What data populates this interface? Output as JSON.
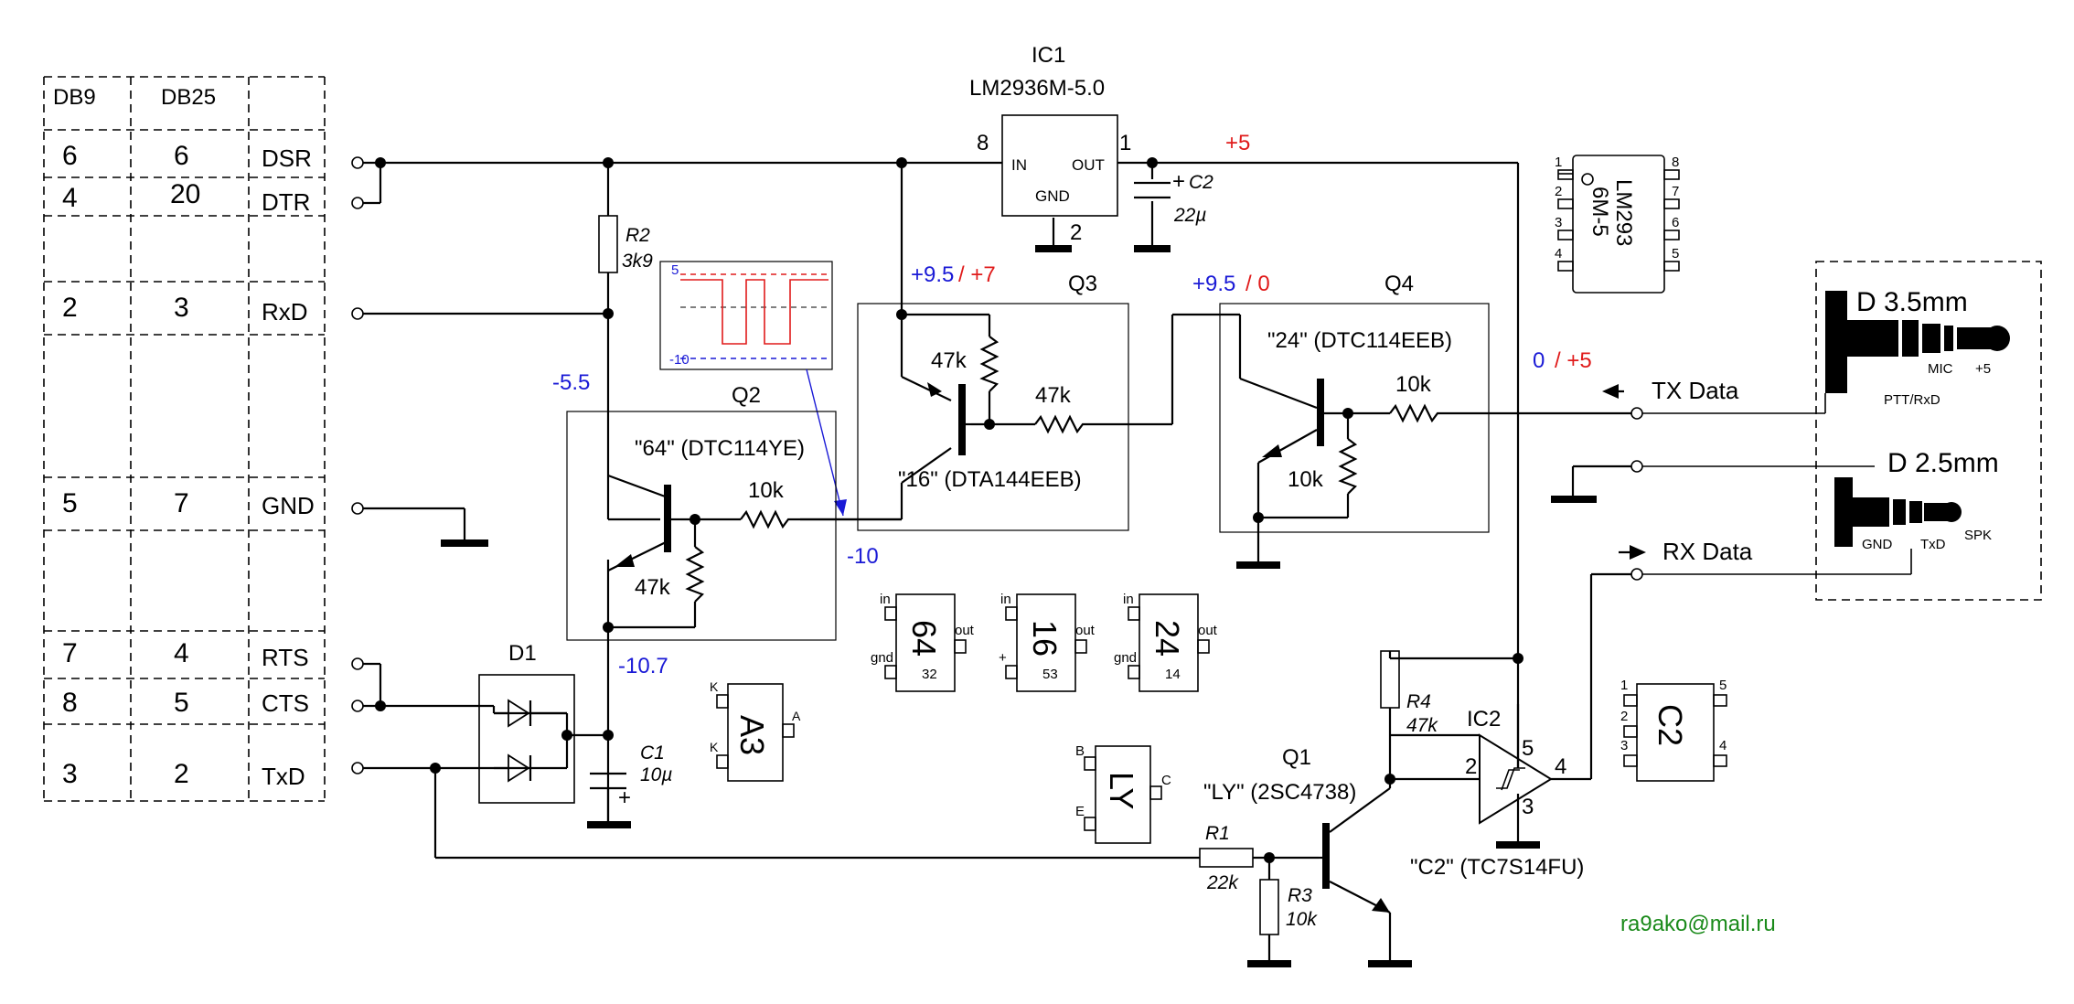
{
  "connector_table": {
    "headers": [
      "DB9",
      "DB25",
      ""
    ],
    "rows": [
      {
        "db9": "6",
        "db25": "6",
        "signal": "DSR"
      },
      {
        "db9": "4",
        "db25": "20",
        "signal": "DTR"
      },
      {
        "db9": "2",
        "db25": "3",
        "signal": "RxD"
      },
      {
        "db9": "5",
        "db25": "7",
        "signal": "GND"
      },
      {
        "db9": "7",
        "db25": "4",
        "signal": "RTS"
      },
      {
        "db9": "8",
        "db25": "5",
        "signal": "CTS"
      },
      {
        "db9": "3",
        "db25": "2",
        "signal": "TxD"
      }
    ]
  },
  "ic1": {
    "ref": "IC1",
    "part": "LM2936M-5.0",
    "pin_in": "8",
    "pin_out": "1",
    "pin_gnd": "2",
    "label_in": "IN",
    "label_out": "OUT",
    "label_gnd": "GND"
  },
  "c2": {
    "ref": "C2",
    "value": "22µ",
    "plus": "+"
  },
  "rail_voltage": "+5",
  "r2": {
    "ref": "R2",
    "value": "3k9"
  },
  "inset_levels": {
    "top": "5",
    "bottom": "-10"
  },
  "q3": {
    "ref": "Q3",
    "marking": "\"16\" (DTA144EEB)",
    "r_base": "47k",
    "r_bias": "47k",
    "v_blue": "+9.5",
    "v_red": "/ +7"
  },
  "q4": {
    "ref": "Q4",
    "marking": "\"24\" (DTC114EEB)",
    "r_base": "10k",
    "r_bias": "10k",
    "v_blue": "+9.5",
    "v_red": "/ 0"
  },
  "q2": {
    "ref": "Q2",
    "marking": "\"64\" (DTC114YE)",
    "r_base": "10k",
    "r_bias": "47k"
  },
  "voltages": {
    "minus_5_5": "-5.5",
    "minus_10": "-10",
    "minus_10_7": "-10.7"
  },
  "tx_level": {
    "blue": "0",
    "red": "/ +5"
  },
  "lm293_pkg": {
    "text_line1": "LM293",
    "text_line2": "6M-5",
    "pins_left": [
      "1",
      "2",
      "3",
      "4"
    ],
    "pins_right": [
      "8",
      "7",
      "6",
      "5"
    ]
  },
  "jack_35": {
    "title": "D 3.5mm",
    "mic": "MIC",
    "plus": "+5",
    "ptt": "PTT/RxD"
  },
  "jack_25": {
    "title": "D 2.5mm",
    "gnd": "GND",
    "txd": "TxD",
    "spk": "SPK"
  },
  "tx_data": "TX Data",
  "rx_data": "RX Data",
  "d1": {
    "ref": "D1"
  },
  "c1": {
    "ref": "C1",
    "value": "10µ",
    "plus": "+"
  },
  "pkg_a3": {
    "mark": "A3",
    "pin_k1": "K",
    "pin_k2": "K",
    "pin_a": "A"
  },
  "pkg_64": {
    "mark": "64",
    "code": "32",
    "pin_in": "in",
    "pin_gnd": "gnd",
    "pin_out": "out"
  },
  "pkg_16": {
    "mark": "16",
    "code": "53",
    "pin_in": "in",
    "pin_plus": "+",
    "pin_out": "out"
  },
  "pkg_24": {
    "mark": "24",
    "code": "14",
    "pin_in": "in",
    "pin_gnd": "gnd",
    "pin_out": "out"
  },
  "pkg_ly": {
    "mark": "LY",
    "pin_b": "B",
    "pin_e": "E",
    "pin_c": "C"
  },
  "pkg_c2": {
    "mark": "C2",
    "pins_left": [
      "1",
      "2",
      "3"
    ],
    "pins_right": [
      "5",
      "4"
    ]
  },
  "q1": {
    "ref": "Q1",
    "marking": "\"LY\" (2SC4738)"
  },
  "r1": {
    "ref": "R1",
    "value": "22k"
  },
  "r3": {
    "ref": "R3",
    "value": "10k"
  },
  "r4": {
    "ref": "R4",
    "value": "47k"
  },
  "ic2": {
    "ref": "IC2",
    "marking": "\"C2\" (TC7S14FU)",
    "pin_in": "2",
    "pin_vcc": "5",
    "pin_gnd": "3",
    "pin_out": "4"
  },
  "email": "ra9ako@mail.ru",
  "colors": {
    "blue": "#1a1ad6",
    "red": "#e01b1b",
    "green": "#1a8a1a"
  }
}
